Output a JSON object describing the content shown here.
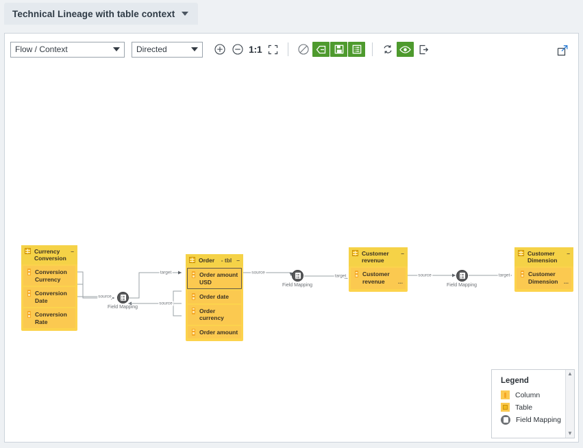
{
  "header": {
    "tab_label": "Technical Lineage with table context",
    "caret_icon": "chevron-down-icon"
  },
  "toolbar": {
    "flow_context_select": {
      "value": "Flow / Context"
    },
    "direction_select": {
      "value": "Directed"
    },
    "zoom_in_icon": "zoom-in-icon",
    "zoom_out_icon": "zoom-out-icon",
    "zoom_reset_label": "1:1",
    "fit_screen_icon": "fit-to-screen-icon",
    "no_entry_icon": "no-entry-icon",
    "toggle_labels_icon": "tag-icon",
    "toggle_image_icon": "image-export-icon",
    "toggle_list_icon": "list-icon",
    "refresh_icon": "refresh-icon",
    "visibility_icon": "eye-icon",
    "export_icon": "export-icon",
    "expand_icon": "expand-external-icon"
  },
  "graph": {
    "nodes": [
      {
        "id": "currency-conversion",
        "title": "Currency Conversion",
        "suffix": "",
        "collapse": "–",
        "columns": [
          {
            "label": "Conversion Currency",
            "ellipsis": "",
            "selected": false
          },
          {
            "label": "Conversion Date",
            "ellipsis": "",
            "selected": false
          },
          {
            "label": "Conversion Rate",
            "ellipsis": "",
            "selected": false
          }
        ]
      },
      {
        "id": "order",
        "title": "Order",
        "suffix": "- tbl",
        "collapse": "–",
        "columns": [
          {
            "label": "Order amount USD",
            "ellipsis": "",
            "selected": true
          },
          {
            "label": "Order date",
            "ellipsis": "",
            "selected": false
          },
          {
            "label": "Order currency",
            "ellipsis": "",
            "selected": false
          },
          {
            "label": "Order amount",
            "ellipsis": "",
            "selected": false
          }
        ]
      },
      {
        "id": "customer-revenue",
        "title": "Customer revenue",
        "suffix": "",
        "collapse": "–",
        "columns": [
          {
            "label": "Customer revenue",
            "ellipsis": "...",
            "selected": false
          }
        ]
      },
      {
        "id": "customer-dimension",
        "title": "Customer Dimension",
        "suffix": "",
        "collapse": "–",
        "columns": [
          {
            "label": "Customer Dimension",
            "ellipsis": "...",
            "selected": false
          }
        ]
      }
    ],
    "field_mappings": [
      {
        "id": "fm-1",
        "label": "Field Mapping"
      },
      {
        "id": "fm-2",
        "label": "Field Mapping"
      },
      {
        "id": "fm-3",
        "label": "Field Mapping"
      }
    ],
    "edge_labels": [
      {
        "id": "e1",
        "text": "source"
      },
      {
        "id": "e2",
        "text": "target"
      },
      {
        "id": "e3",
        "text": "source"
      },
      {
        "id": "e4",
        "text": "source"
      },
      {
        "id": "e5",
        "text": "target"
      },
      {
        "id": "e6",
        "text": "source"
      },
      {
        "id": "e7",
        "text": "target"
      }
    ]
  },
  "legend": {
    "title": "Legend",
    "items": [
      {
        "label": "Column",
        "swatch": "column-swatch"
      },
      {
        "label": "Table",
        "swatch": "table-swatch"
      },
      {
        "label": "Field Mapping",
        "swatch": "field-mapping-swatch"
      }
    ],
    "scroll_up_icon": "chevron-up-icon",
    "scroll_down_icon": "chevron-down-icon"
  },
  "colors": {
    "accent_green": "#4e9a2e",
    "table_header": "#f5d247",
    "column_fill": "#fbc950",
    "field_mapping": "#58595b",
    "page_bg": "#eef1f4"
  }
}
